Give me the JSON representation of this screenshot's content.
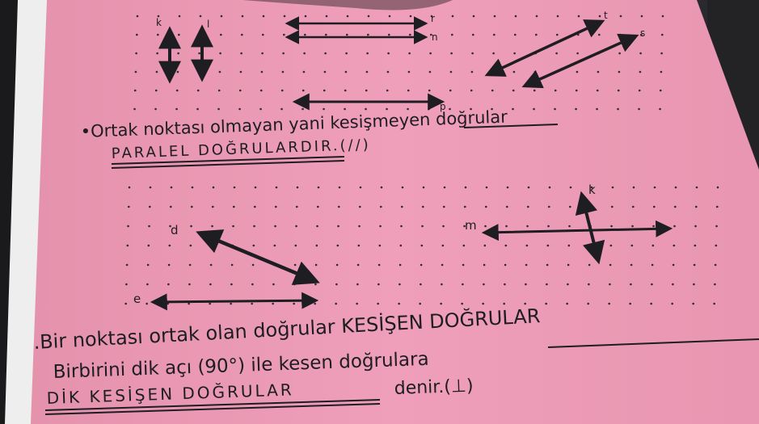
{
  "parallel": {
    "labels": {
      "k": "k",
      "l": "l",
      "r": "r",
      "n": "n",
      "t": "t",
      "s": "s",
      "p": "p"
    },
    "line1": "•Ortak noktası olmayan yani kesişmeyen doğrular",
    "line2": "PARALEL DOĞRULARDIR.(//)"
  },
  "intersecting": {
    "labels": {
      "d": "d",
      "e": "e",
      "m": "m",
      "k": "k"
    },
    "line1": ".Bir noktası ortak olan doğrular KESİŞEN DOĞRULAR",
    "line2": "Birbirini dik açı (90°) ile kesen doğrulara",
    "line3_caps": "DİK KESİŞEN DOĞRULAR",
    "line3_rest": "denir.(⊥)"
  },
  "colors": {
    "paper": "#ec9fb8",
    "ink": "#1d1d22",
    "background": "#2a2a2e",
    "binder": "#1a1a1d"
  }
}
